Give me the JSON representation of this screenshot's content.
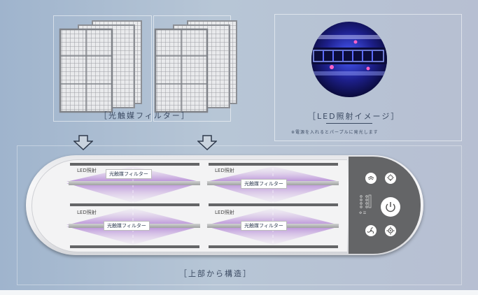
{
  "captions": {
    "filter": "［光触媒フィルター］",
    "led": "［LED照射イメージ］",
    "led_note": "※電源を入れるとパープルに発光します",
    "structure": "［上部から構造］"
  },
  "device": {
    "led_label": "LED照射",
    "filter_label": "光触媒フィルター"
  },
  "icons": {
    "top_left": "air-icon",
    "top_right": "light-bulb-icon",
    "power": "power-icon",
    "bottom_left": "fan-icon",
    "bottom_right": "gear-icon"
  },
  "colors": {
    "background": "#b7c6d6",
    "uv_purple": "#b58bd6",
    "panel": "#646567"
  }
}
